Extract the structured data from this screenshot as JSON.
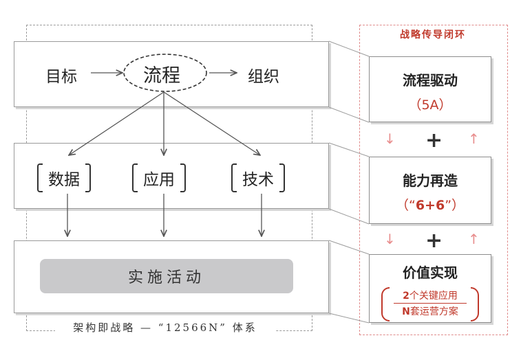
{
  "framework": {
    "caption": "架构即战略 — “12566N” 体系",
    "row1": {
      "goal": "目标",
      "process": "流程",
      "organization": "组织"
    },
    "row2": {
      "data": "数据",
      "application": "应用",
      "technology": "技术"
    },
    "row3": {
      "activity": "实施活动"
    }
  },
  "loop": {
    "title": "战略传导闭环",
    "box1": {
      "title": "流程驱动",
      "sub_open": "（",
      "sub_value": "5A",
      "sub_close": "）"
    },
    "box2": {
      "title": "能力再造",
      "sub_open": "（“",
      "sub_value": "6+6",
      "sub_close": "”）"
    },
    "box3": {
      "title": "价值实现",
      "line1_num": "2",
      "line1_text": "个关键应用",
      "line2_num": "N",
      "line2_text": "套运营方案"
    },
    "plus1": "+",
    "plus2": "+",
    "down_arrow": "↓",
    "up_arrow": "↑"
  },
  "colors": {
    "accent_red": "#c0392b",
    "arrow_pink": "#e88d8d",
    "activity_gray": "#c9c9cb"
  }
}
